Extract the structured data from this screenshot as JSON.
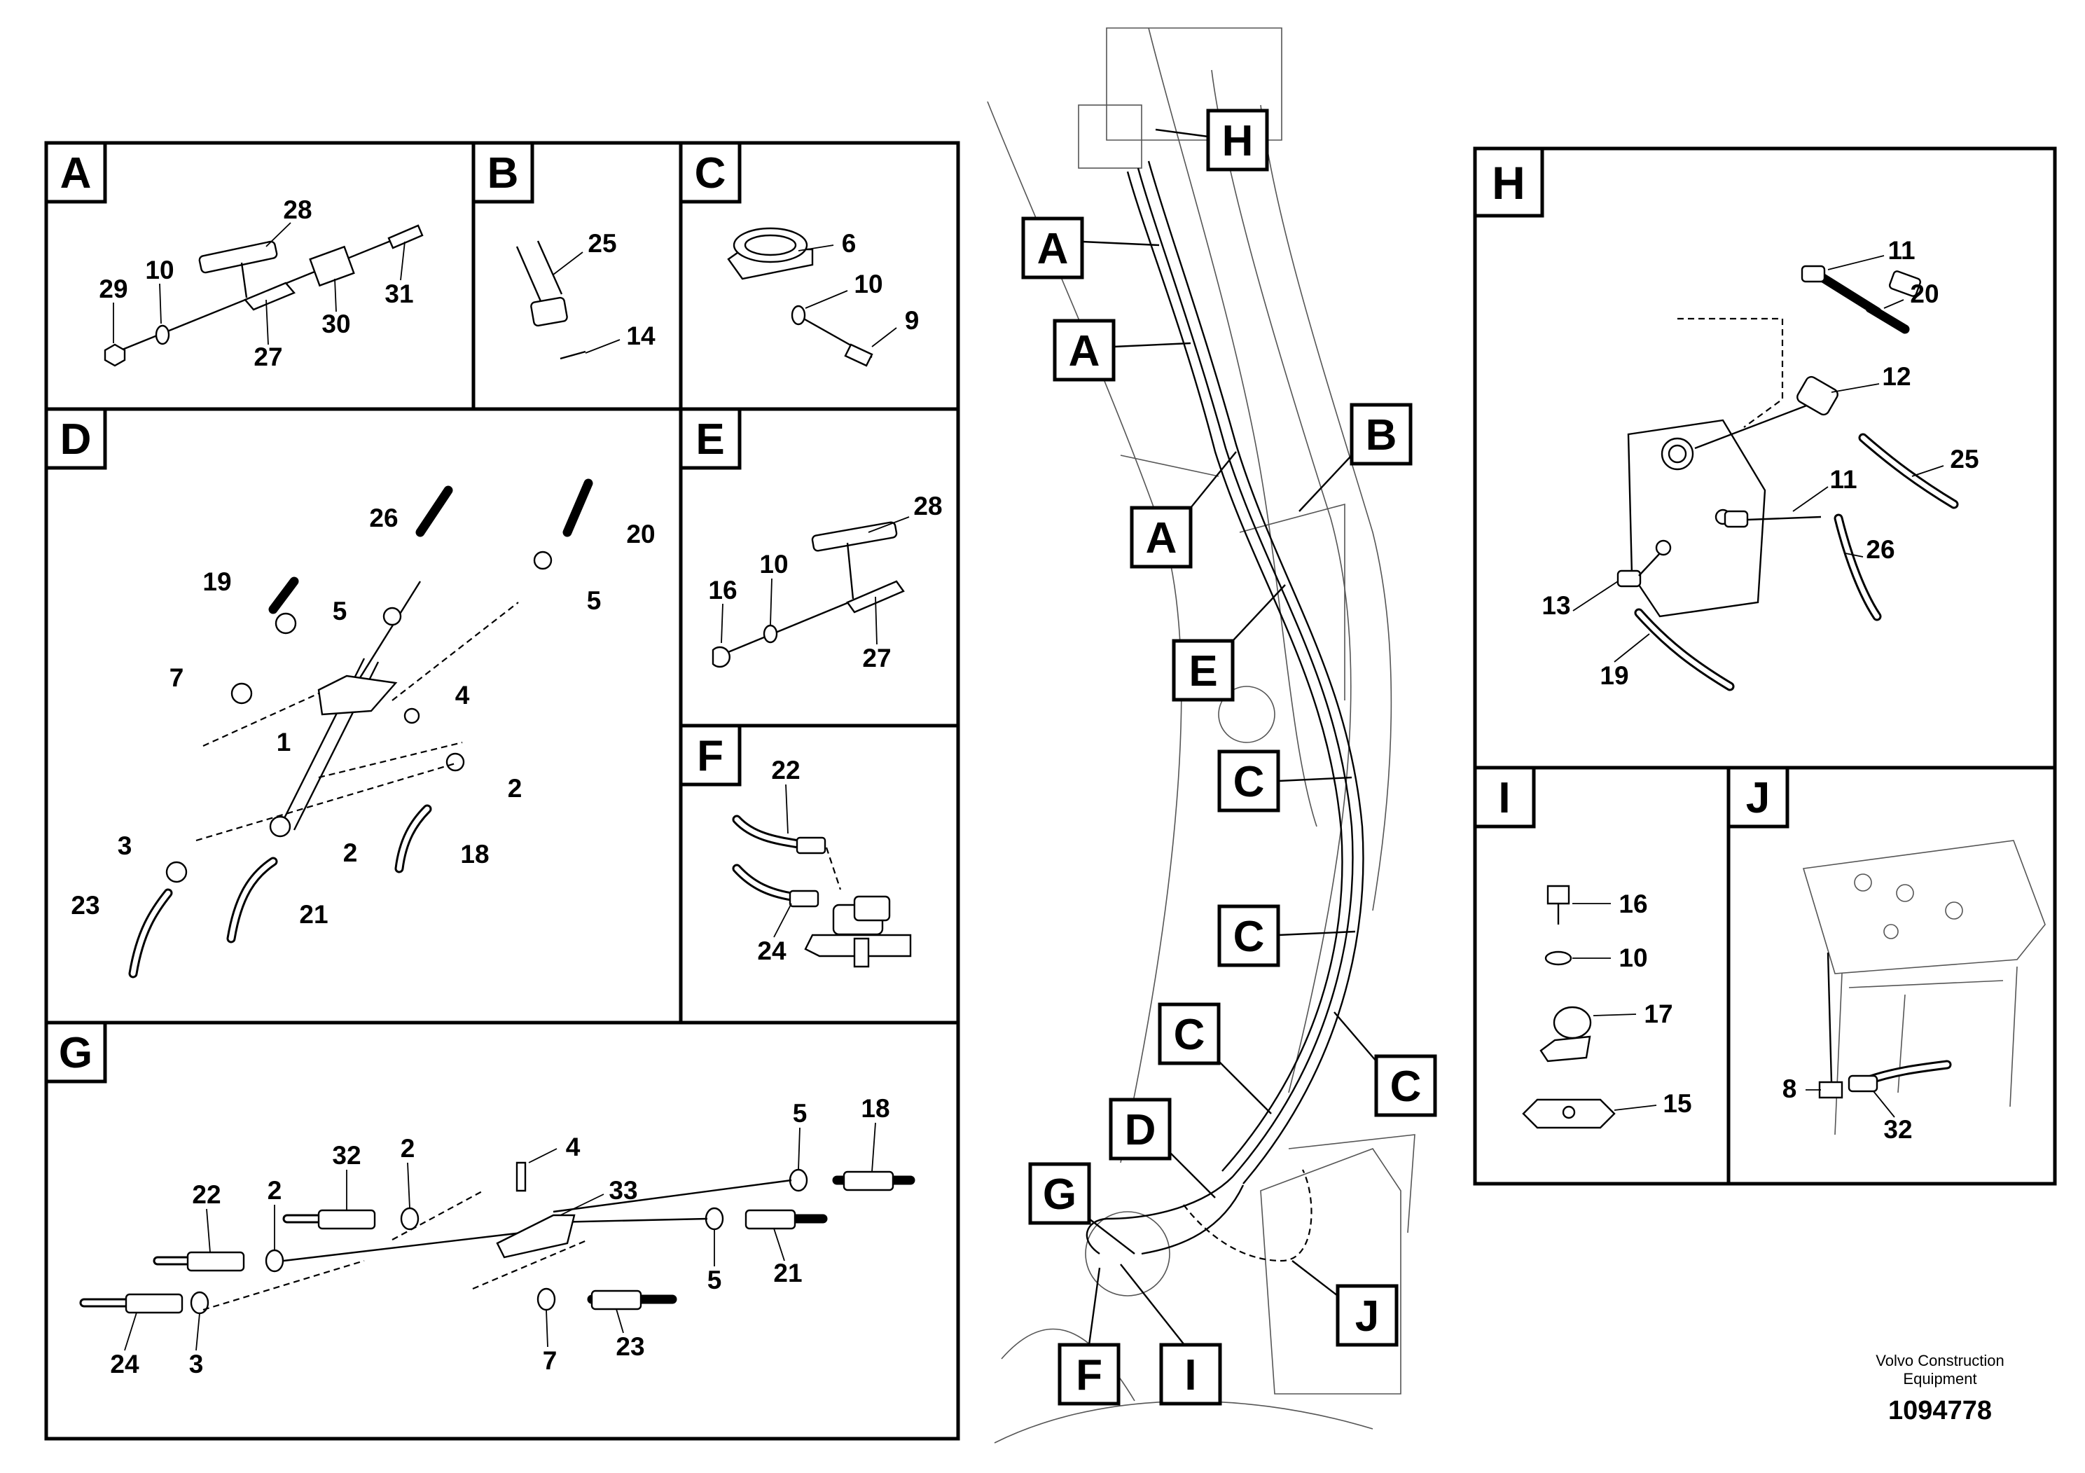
{
  "panels": {
    "A": "A",
    "B": "B",
    "C": "C",
    "D": "D",
    "E": "E",
    "F": "F",
    "G": "G",
    "H": "H",
    "I": "I",
    "J": "J"
  },
  "boom_callouts": {
    "H": "H",
    "A1": "A",
    "A2": "A",
    "B": "B",
    "A3": "A",
    "E": "E",
    "C1": "C",
    "C2": "C",
    "C3": "C",
    "C4": "C",
    "D": "D",
    "G": "G",
    "J": "J",
    "F": "F",
    "I": "I"
  },
  "part_numbers": {
    "A": [
      "28",
      "29",
      "10",
      "27",
      "30",
      "31"
    ],
    "B": [
      "25",
      "14"
    ],
    "C": [
      "6",
      "10",
      "9"
    ],
    "D": [
      "26",
      "20",
      "19",
      "5",
      "5",
      "7",
      "4",
      "1",
      "2",
      "3",
      "2",
      "18",
      "23",
      "21"
    ],
    "E": [
      "28",
      "16",
      "10",
      "27"
    ],
    "F": [
      "22",
      "24"
    ],
    "G": [
      "4",
      "32",
      "2",
      "22",
      "2",
      "33",
      "5",
      "18",
      "5",
      "21",
      "24",
      "3",
      "7",
      "23"
    ],
    "H": [
      "11",
      "20",
      "12",
      "25",
      "11",
      "26",
      "13",
      "19"
    ],
    "I": [
      "16",
      "10",
      "17",
      "15"
    ],
    "J": [
      "8",
      "32"
    ]
  },
  "footer": {
    "manufacturer_line1": "Volvo Construction",
    "manufacturer_line2": "Equipment",
    "drawing_number": "1094778"
  }
}
